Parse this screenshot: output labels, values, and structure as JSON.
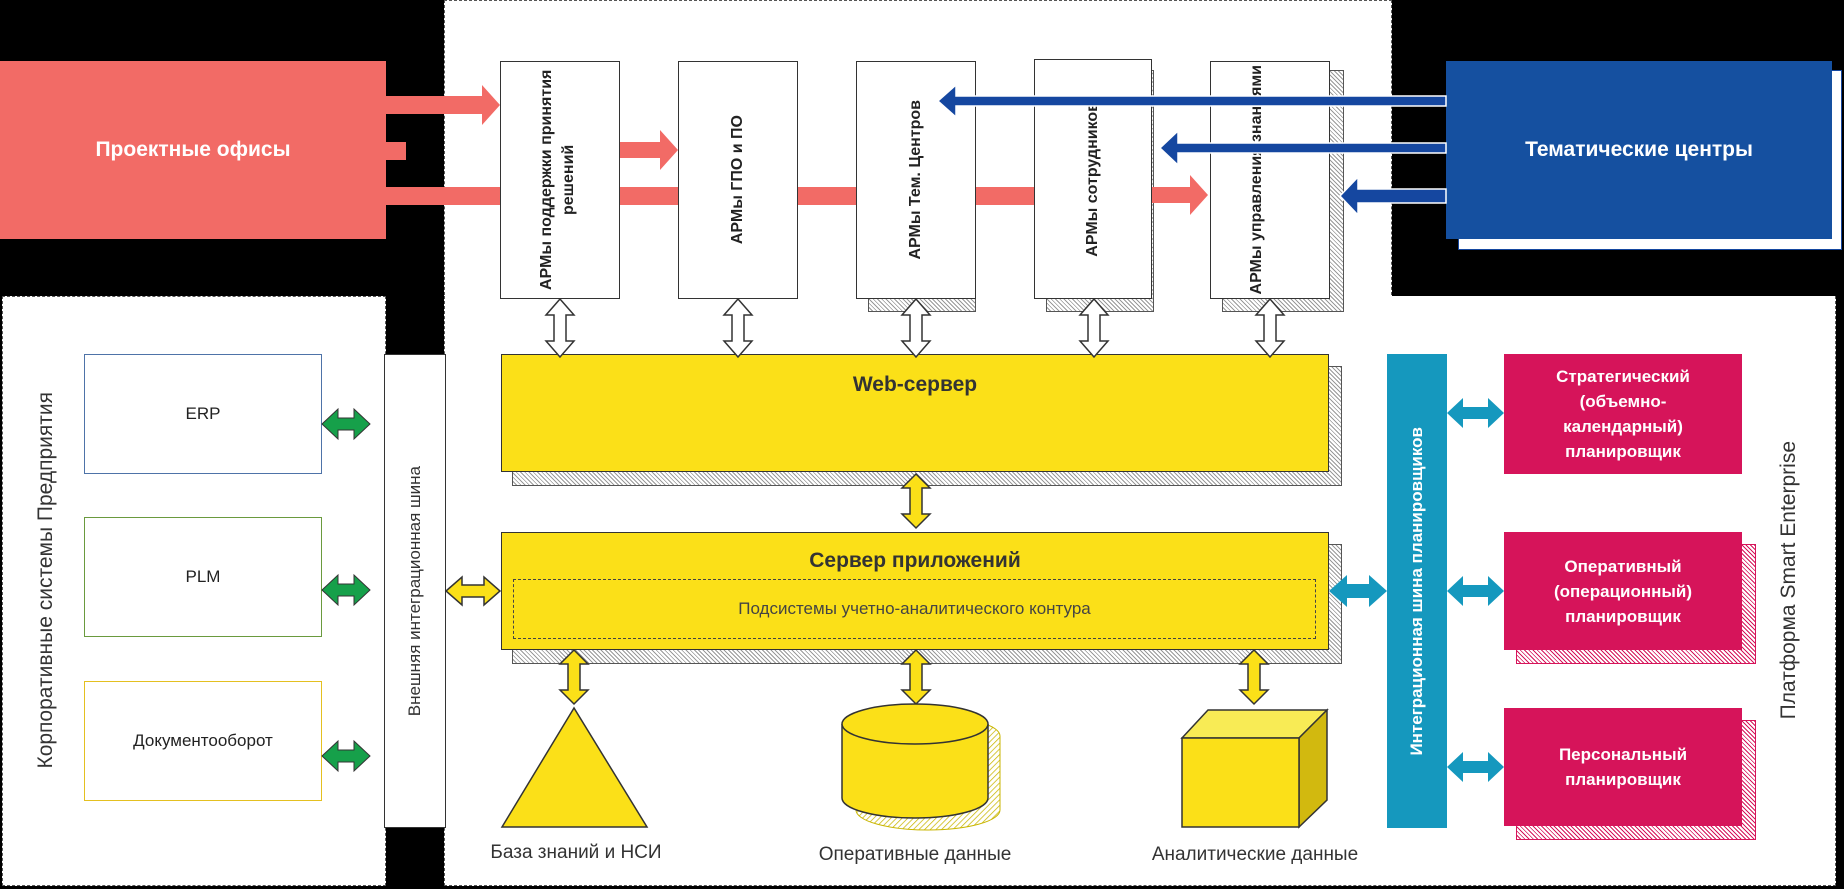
{
  "colors": {
    "background": "#000000",
    "project_offices": "#F26B66",
    "thematic_centers": "#1550A0",
    "server_yellow": "#FBE018",
    "integration_bus": "#1598BE",
    "planner_red": "#D6145A",
    "green_arrow": "#16A04A",
    "dark_blue_arrow": "#1547A0",
    "erp_border": "#4E73A8",
    "plm_border": "#6A9A3E",
    "doc_border": "#E4C020"
  },
  "project_offices": {
    "label": "Проектные офисы"
  },
  "thematic_centers": {
    "label": "Тематические центры"
  },
  "workstations": [
    {
      "label": "АРМы поддержки принятия решений"
    },
    {
      "label": "АРМы ГПО и ПО"
    },
    {
      "label": "АРМы Тем. Центров"
    },
    {
      "label": "АРМы сотрудников"
    },
    {
      "label": "АРМы управления знаниями"
    }
  ],
  "web_server": {
    "label": "Web-сервер"
  },
  "app_server": {
    "label": "Сервер приложений",
    "subsystems": "Подсистемы учетно-аналитического контура"
  },
  "storage": {
    "knowledge": "База знаний и НСИ",
    "operational": "Оперативные данные",
    "analytical": "Аналитические данные"
  },
  "corporate": {
    "title": "Корпоративные системы Предприятия",
    "systems": [
      "ERP",
      "PLM",
      "Документооборот"
    ]
  },
  "external_bus": {
    "label": "Внешняя интеграционная шина"
  },
  "planner_bus": {
    "label": "Интеграционная шина планировщиков"
  },
  "planners": [
    {
      "label": "Стратегический (объемно-календарный) планировщик"
    },
    {
      "label": "Оперативный (операционный) планировщик"
    },
    {
      "label": "Персональный планировщик"
    }
  ],
  "platform": {
    "label": "Платформа Smart Enterprise"
  }
}
